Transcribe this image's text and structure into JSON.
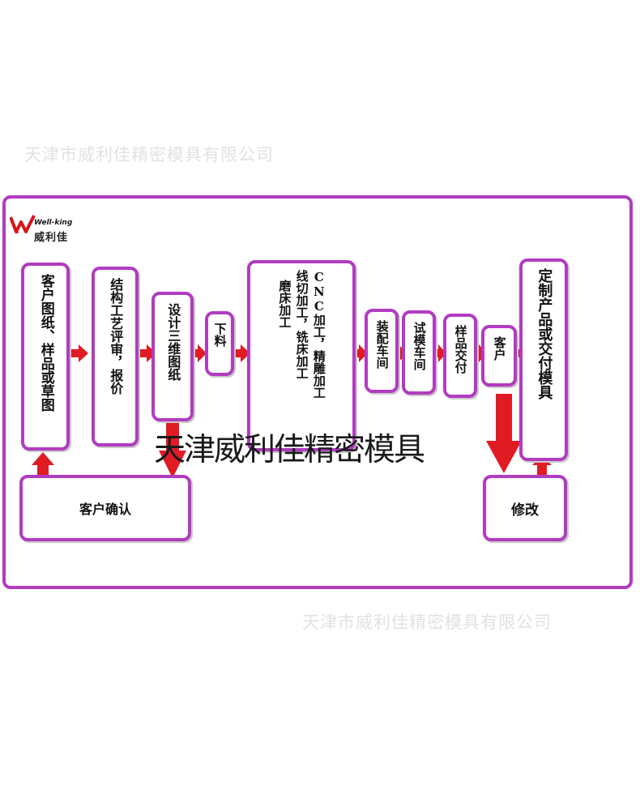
{
  "watermark": {
    "top": "天津市威利佳精密模具有限公司",
    "bottom": "天津市威利佳精密模具有限公司"
  },
  "logo": {
    "mark": "W",
    "english": "Well-king",
    "chinese": "威利佳"
  },
  "steps": {
    "customer_drawing": "客户图纸、样品或草图",
    "structure_review": "结构工艺评审，报价",
    "design_3d": "设计三维图纸",
    "cutting": "下料",
    "grinding": "磨床加工",
    "machining_col1": "CNC加工，精雕加工",
    "machining_col2": "线切加工，铣床加工",
    "assembly": "装配车间",
    "trial": "试模车间",
    "sample_delivery": "样品交付",
    "customer": "客户",
    "final": "定制产品或交付模具",
    "customer_confirm": "客户确认",
    "modify": "修改"
  },
  "overlay_text": "天津威利佳精密模具",
  "colors": {
    "border": "#b13cc0",
    "arrow": "#e01b24",
    "watermark": "#e2e2e2"
  }
}
